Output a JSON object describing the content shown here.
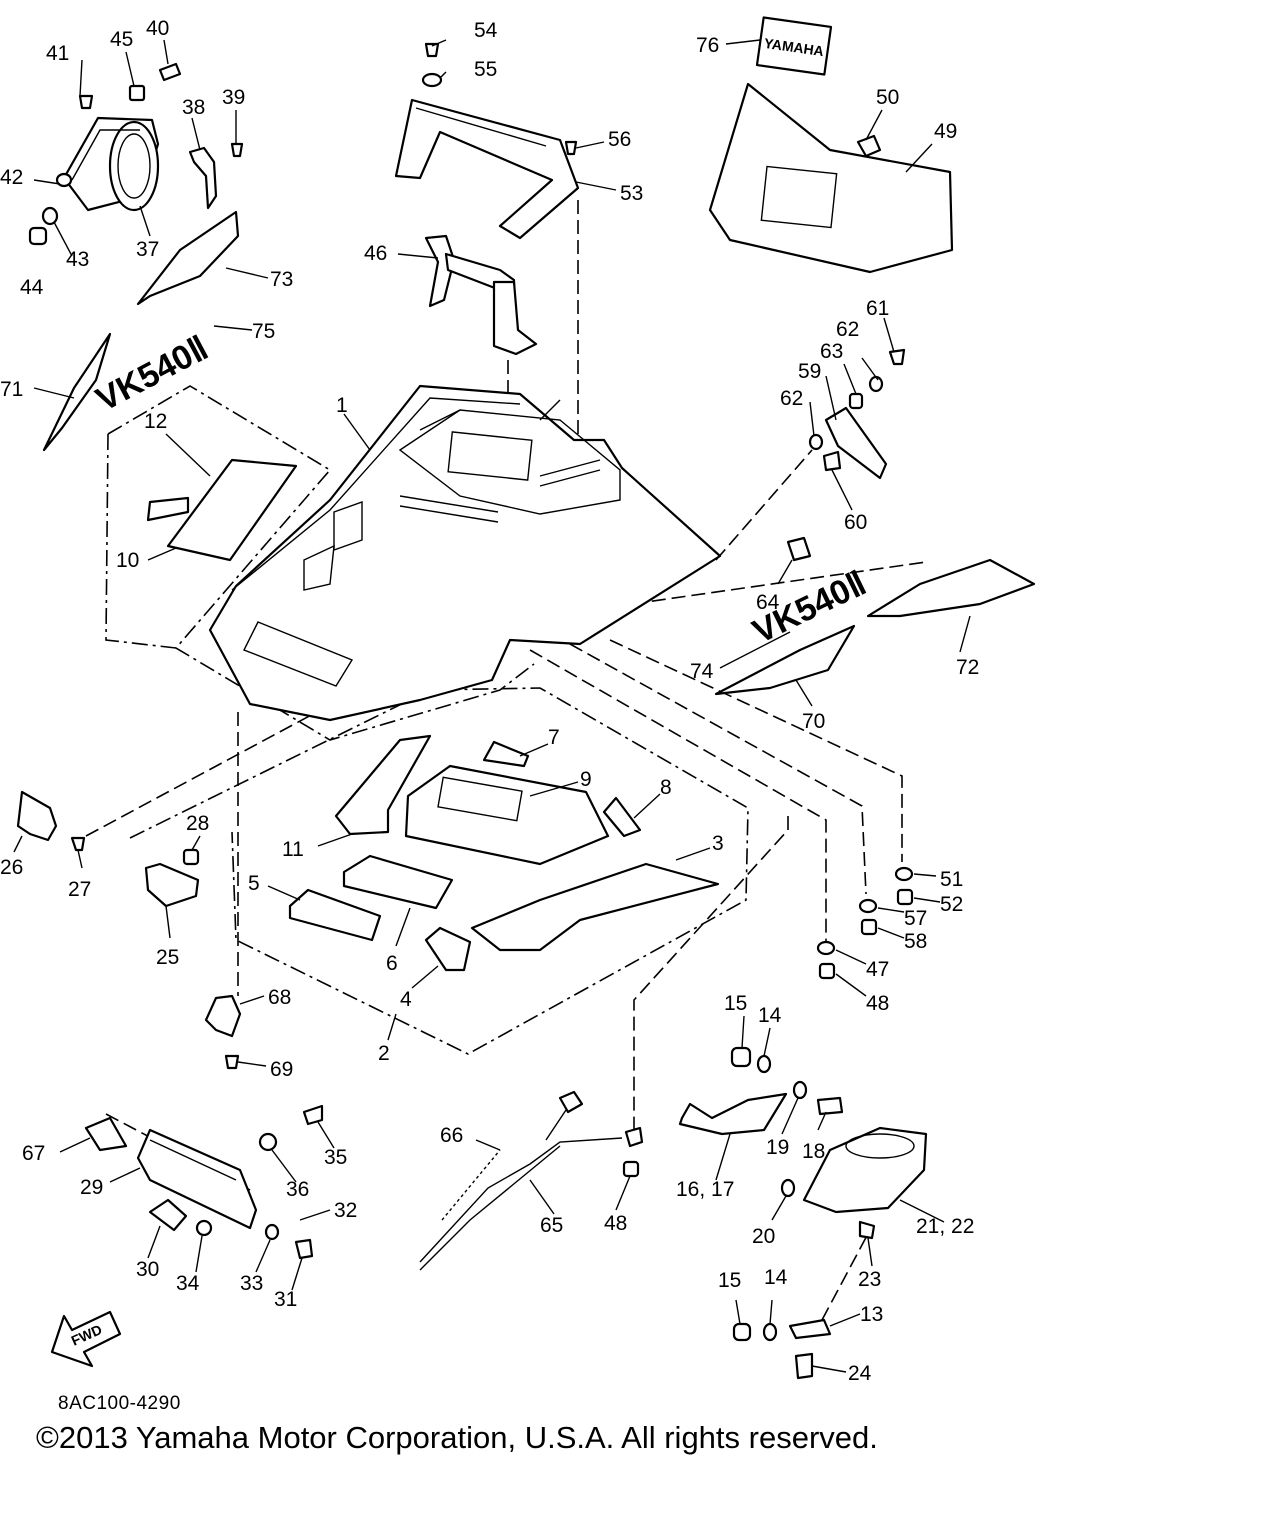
{
  "diagram": {
    "callouts": [
      {
        "id": "p1",
        "text": "1"
      },
      {
        "id": "p2",
        "text": "2"
      },
      {
        "id": "p3",
        "text": "3"
      },
      {
        "id": "p4",
        "text": "4"
      },
      {
        "id": "p5",
        "text": "5"
      },
      {
        "id": "p6",
        "text": "6"
      },
      {
        "id": "p7",
        "text": "7"
      },
      {
        "id": "p8",
        "text": "8"
      },
      {
        "id": "p9",
        "text": "9"
      },
      {
        "id": "p10",
        "text": "10"
      },
      {
        "id": "p11",
        "text": "11"
      },
      {
        "id": "p12",
        "text": "12"
      },
      {
        "id": "p13",
        "text": "13"
      },
      {
        "id": "p14a",
        "text": "14"
      },
      {
        "id": "p14b",
        "text": "14"
      },
      {
        "id": "p15a",
        "text": "15"
      },
      {
        "id": "p15b",
        "text": "15"
      },
      {
        "id": "p1617",
        "text": "16, 17"
      },
      {
        "id": "p18",
        "text": "18"
      },
      {
        "id": "p19",
        "text": "19"
      },
      {
        "id": "p20",
        "text": "20"
      },
      {
        "id": "p2122",
        "text": "21, 22"
      },
      {
        "id": "p23",
        "text": "23"
      },
      {
        "id": "p24",
        "text": "24"
      },
      {
        "id": "p25",
        "text": "25"
      },
      {
        "id": "p26",
        "text": "26"
      },
      {
        "id": "p27",
        "text": "27"
      },
      {
        "id": "p28",
        "text": "28"
      },
      {
        "id": "p29",
        "text": "29"
      },
      {
        "id": "p30",
        "text": "30"
      },
      {
        "id": "p31",
        "text": "31"
      },
      {
        "id": "p32",
        "text": "32"
      },
      {
        "id": "p33",
        "text": "33"
      },
      {
        "id": "p34",
        "text": "34"
      },
      {
        "id": "p35",
        "text": "35"
      },
      {
        "id": "p36",
        "text": "36"
      },
      {
        "id": "p37",
        "text": "37"
      },
      {
        "id": "p38",
        "text": "38"
      },
      {
        "id": "p39",
        "text": "39"
      },
      {
        "id": "p40",
        "text": "40"
      },
      {
        "id": "p41",
        "text": "41"
      },
      {
        "id": "p42",
        "text": "42"
      },
      {
        "id": "p43",
        "text": "43"
      },
      {
        "id": "p44",
        "text": "44"
      },
      {
        "id": "p45",
        "text": "45"
      },
      {
        "id": "p46",
        "text": "46"
      },
      {
        "id": "p47",
        "text": "47"
      },
      {
        "id": "p48a",
        "text": "48"
      },
      {
        "id": "p48b",
        "text": "48"
      },
      {
        "id": "p49",
        "text": "49"
      },
      {
        "id": "p50",
        "text": "50"
      },
      {
        "id": "p51",
        "text": "51"
      },
      {
        "id": "p52",
        "text": "52"
      },
      {
        "id": "p53",
        "text": "53"
      },
      {
        "id": "p54",
        "text": "54"
      },
      {
        "id": "p55",
        "text": "55"
      },
      {
        "id": "p56",
        "text": "56"
      },
      {
        "id": "p57",
        "text": "57"
      },
      {
        "id": "p58",
        "text": "58"
      },
      {
        "id": "p59",
        "text": "59"
      },
      {
        "id": "p60",
        "text": "60"
      },
      {
        "id": "p61",
        "text": "61"
      },
      {
        "id": "p62a",
        "text": "62"
      },
      {
        "id": "p62b",
        "text": "62"
      },
      {
        "id": "p63",
        "text": "63"
      },
      {
        "id": "p64",
        "text": "64"
      },
      {
        "id": "p65",
        "text": "65"
      },
      {
        "id": "p66",
        "text": "66"
      },
      {
        "id": "p67",
        "text": "67"
      },
      {
        "id": "p68",
        "text": "68"
      },
      {
        "id": "p69",
        "text": "69"
      },
      {
        "id": "p70",
        "text": "70"
      },
      {
        "id": "p71",
        "text": "71"
      },
      {
        "id": "p72",
        "text": "72"
      },
      {
        "id": "p73",
        "text": "73"
      },
      {
        "id": "p74",
        "text": "74"
      },
      {
        "id": "p75",
        "text": "75"
      },
      {
        "id": "p76",
        "text": "76"
      }
    ],
    "decals": {
      "brand": "YAMAHA",
      "model_side": "VK540Ⅱ",
      "model_top": "VK540Ⅱ",
      "arrow": "FWD"
    }
  },
  "footer": {
    "drawing_code": "8AC100-4290",
    "copyright": "©2013 Yamaha Motor Corporation, U.S.A. All rights reserved."
  }
}
